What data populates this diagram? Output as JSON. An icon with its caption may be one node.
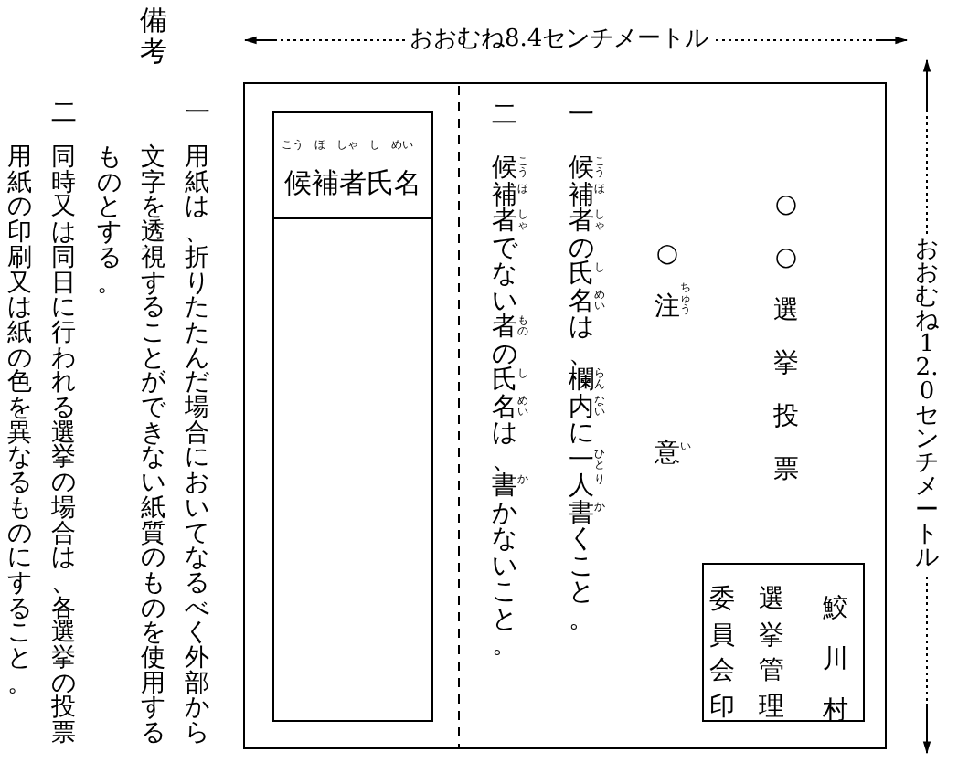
{
  "diagram": {
    "nodes": [
      {
        "text": [],
        "shape": "box"
      },
      {
        "text": [
          "候補者氏名"
        ],
        "in": 0
      },
      {
        "text": [
          "委員会印",
          "選挙管理",
          "鮫川村"
        ],
        "in": 0
      }
    ],
    "labels": [
      "二",
      "同時又は同日に行われる選挙の場合は、各選挙の投票用紙の印刷又は紙の色を異なるものにすること。",
      "備考",
      "一",
      "用紙は、折りたたんだ場合においてなるべく外部から文字を透視することができない紙質のものを使用するものとする。",
      "こう",
      "ほ",
      "しゃ",
      "し",
      "めい",
      "おおむね8.4センチメートル",
      "二",
      "候補者でない者の氏名は、書かないこと。",
      "こう",
      "ほ",
      "しゃ",
      "もの",
      "し",
      "めい",
      "か",
      "一",
      "候補者の氏名は、欄内に一人書くこと。",
      "こう",
      "ほ",
      "しゃ",
      "し",
      "めい",
      "らん",
      "ない",
      "ひと",
      "り",
      "か",
      "○注",
      "意",
      "ちゅう",
      "い",
      "○○選挙投票",
      "おおむね12.0センチメートル"
    ]
  }
}
